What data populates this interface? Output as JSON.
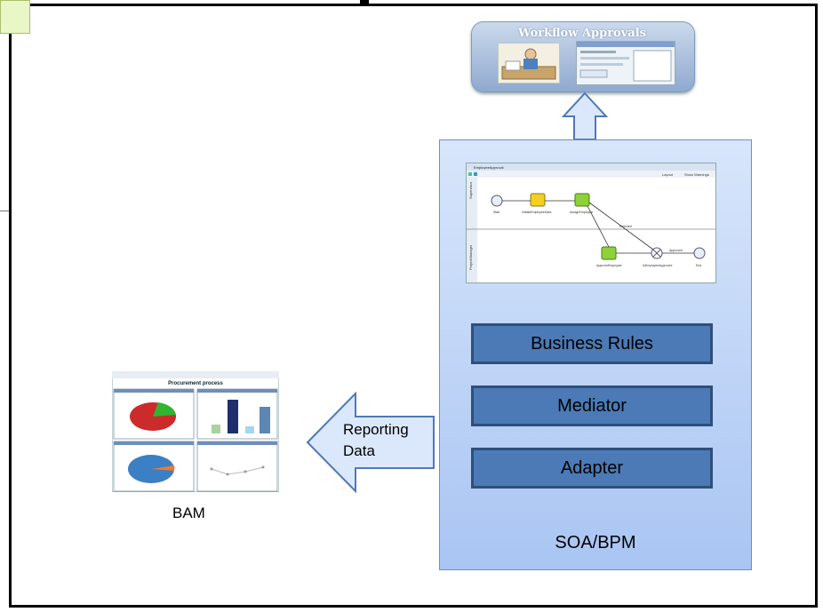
{
  "workflow": {
    "title": "Workflow Approvals"
  },
  "soa": {
    "label": "SOA/BPM",
    "layers": [
      "Business Rules",
      "Mediator",
      "Adapter"
    ],
    "bpmn": {
      "title": "EmployeeApproval",
      "toolbar_right": [
        "Layout",
        "Show Warnings"
      ],
      "lanes": [
        "Supervisor",
        "ProjectManager"
      ],
      "nodes": [
        "Start",
        "InitiateEmployeeData",
        "AssignEmployee",
        "ApproveEmployee",
        "IsEmployeeApproved",
        "End"
      ],
      "edges": [
        "Rejected",
        "Approved"
      ]
    }
  },
  "reporting": {
    "line1": "Reporting",
    "line2": "Data"
  },
  "bam": {
    "label": "BAM",
    "title": "Procurement process",
    "colors": {
      "red": "#cc2b2b",
      "green": "#2fb52f",
      "blue": "#3b7fc4",
      "navy": "#1e2f6b"
    }
  },
  "colors": {
    "soa_bg": "#bcd3f7",
    "layer_fill": "#4b7ab6",
    "layer_border": "#2f4f7a",
    "arrow_fill": "#dbe8fb",
    "arrow_stroke": "#4f78b8"
  }
}
